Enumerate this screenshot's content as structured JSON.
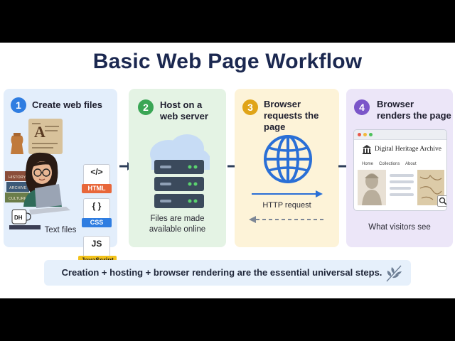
{
  "title": "Basic Web Page Workflow",
  "steps": [
    {
      "number": "1",
      "title_lines": [
        "Create web files"
      ],
      "caption_lines": [
        "Text files"
      ],
      "color": "#2f7de1"
    },
    {
      "number": "2",
      "title_lines": [
        "Host on a",
        "web server"
      ],
      "caption_lines": [
        "Files are made",
        "available online"
      ],
      "color": "#3aa655"
    },
    {
      "number": "3",
      "title_lines": [
        "Browser",
        "requests the page"
      ],
      "request_label": "HTTP request",
      "color": "#e0a418"
    },
    {
      "number": "4",
      "title_lines": [
        "Browser",
        "renders the page"
      ],
      "caption_lines": [
        "What visitors see"
      ],
      "color": "#7b56c9"
    }
  ],
  "files": [
    {
      "glyph": "</>",
      "tag": "HTML",
      "tag_color": "#e8673a"
    },
    {
      "glyph": "{ }",
      "tag": "CSS",
      "tag_color": "#2f7de1"
    },
    {
      "glyph": "JS",
      "tag": "JavaScript",
      "tag_color": "#f2c21b",
      "tag_text_color": "#222"
    }
  ],
  "illustration": {
    "book_labels": [
      "HISTORY",
      "ARCHIVE",
      "CULTURE"
    ],
    "mug_label": "DH",
    "letter": "A"
  },
  "website": {
    "name": "Digital Heritage Archive",
    "nav": [
      "Home",
      "Collections",
      "About"
    ]
  },
  "banner": "Creation + hosting + browser rendering are the essential universal steps.",
  "colors": {
    "title": "#1b2850",
    "arrow": "#2c3d58",
    "server": "#3b4a5c",
    "globe": "#2a6fd6"
  }
}
